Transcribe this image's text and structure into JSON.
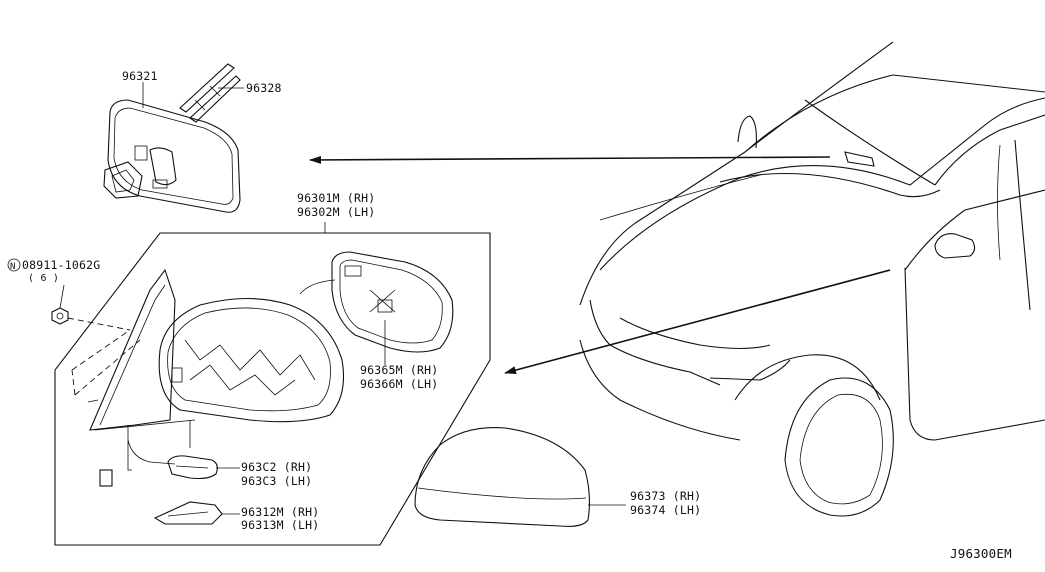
{
  "callouts": {
    "inner_mirror": "96321",
    "mirror_clip": "96328",
    "mirror_assy_rh": "96301M (RH)",
    "mirror_assy_lh": "96302M (LH)",
    "nut_part": "08911-1062G",
    "nut_symbol": "N",
    "nut_qty": "( 6 )",
    "glass_rh": "96365M (RH)",
    "glass_lh": "96366M (LH)",
    "lamp_rh": "963C2 (RH)",
    "lamp_lh": "963C3 (LH)",
    "finisher_rh": "96312M (RH)",
    "finisher_lh": "96313M (LH)",
    "cover_rh": "96373 (RH)",
    "cover_lh": "96374 (LH)",
    "diagram_code": "J96300EM"
  }
}
